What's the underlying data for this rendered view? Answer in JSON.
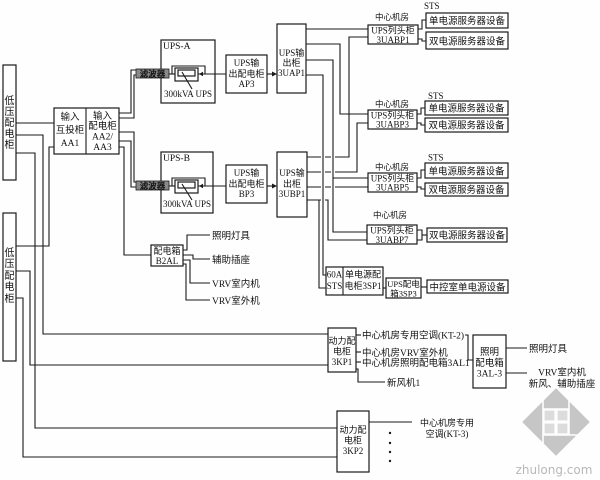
{
  "colors": {
    "line": "#1a1a1a",
    "text": "#111111",
    "filter_fill": "#8a8a8a",
    "watermark": "#c6c6c6"
  },
  "lv_cabinets": [
    {
      "label": [
        "低",
        "压",
        "配",
        "电",
        "柜"
      ]
    },
    {
      "label": [
        "低",
        "压",
        "配",
        "电",
        "柜"
      ]
    }
  ],
  "input_transfer_cabinet": {
    "lines": [
      "输入",
      "互投柜",
      "AA1"
    ]
  },
  "input_distribution_cabinet": {
    "lines": [
      "输入",
      "配电柜",
      "AA2/",
      "AA3"
    ]
  },
  "ups_units": [
    {
      "title": "UPS-A",
      "filter": "滤波器",
      "rating": "300kVA UPS"
    },
    {
      "title": "UPS-B",
      "filter": "滤波器",
      "rating": "300kVA UPS"
    }
  ],
  "ups_output_distribution_cabinets": [
    {
      "lines": [
        "UPS输",
        "出配电柜",
        "AP3"
      ]
    },
    {
      "lines": [
        "UPS输",
        "出配电柜",
        "BP3"
      ]
    }
  ],
  "ups_output_cabinets": [
    {
      "lines": [
        "UPS输",
        "出柜",
        "3UAP1"
      ]
    },
    {
      "lines": [
        "UPS输",
        "出柜",
        "3UBP1"
      ]
    }
  ],
  "column_head_cabinets": [
    {
      "room": "中心机房",
      "lines": [
        "UPS列头柜",
        "3UABP1"
      ],
      "sts": "STS",
      "single_supply_equipment": "单电源服务器设备",
      "dual_supply_equipment": "双电源服务器设备"
    },
    {
      "room": "中心机房",
      "lines": [
        "UPS列头柜",
        "3UABP3"
      ],
      "sts": "STS",
      "single_supply_equipment": "单电源服务器设备",
      "dual_supply_equipment": "双电源服务器设备"
    },
    {
      "room": "中心机房",
      "lines": [
        "UPS列头柜",
        "3UABP5"
      ],
      "sts": "STS",
      "single_supply_equipment": "单电源服务器设备",
      "dual_supply_equipment": "双电源服务器设备"
    },
    {
      "room": "中心机房",
      "lines": [
        "UPS列头柜",
        "3UABP7"
      ],
      "dual_supply_equipment": "双电源服务器设备"
    }
  ],
  "sts_cabinet_3sp1": {
    "sts_lines": [
      "60A",
      "STS"
    ],
    "lines": [
      "单电源配",
      "电柜3SP1"
    ]
  },
  "ups_distribution_box_3sp3": {
    "lines": [
      "UPS配电",
      "箱3SP3"
    ]
  },
  "control_room_equipment": "中控室单电源设备",
  "distribution_box_b2al": {
    "lines": [
      "配电箱",
      "B2AL"
    ],
    "loads": [
      "照明灯具",
      "辅助插座",
      "VRV室内机",
      "VRV室外机"
    ]
  },
  "power_cabinet_3kp1": {
    "lines": [
      "动力配",
      "电柜",
      "3KP1"
    ],
    "loads": [
      "中心机房专用空调(KT-2)",
      "中心机房VRV室外机",
      "中心机房照明配电箱3AL1",
      "新风机1"
    ]
  },
  "lighting_box_3al3": {
    "lines": [
      "照明",
      "配电箱",
      "3AL-3"
    ],
    "loads": [
      "照明灯具",
      "VRV室内机",
      "新风、辅助插座"
    ]
  },
  "power_cabinet_3kp2": {
    "lines": [
      "动力配",
      "电柜",
      "3KP2"
    ],
    "loads": [
      "中心机房专用",
      "空调(KT-3)"
    ]
  },
  "watermark": {
    "text": "zhulong.com"
  }
}
